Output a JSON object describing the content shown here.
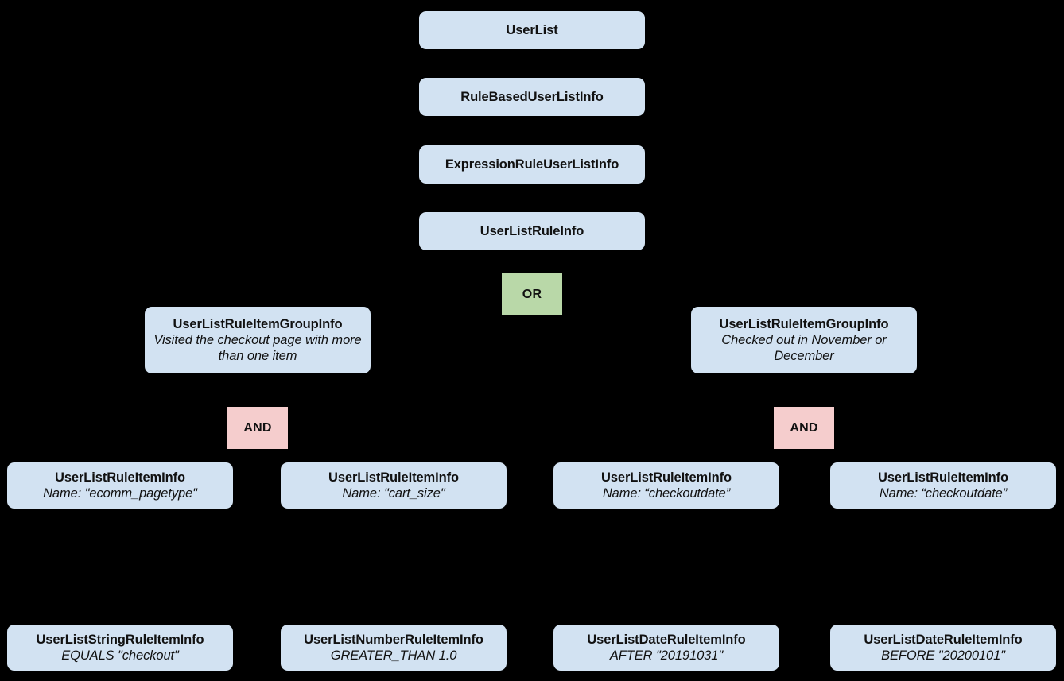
{
  "diagram": {
    "title": "UserList rule hierarchy",
    "background_color": "#000000",
    "class_node_color": "#d2e2f2",
    "or_node_color": "#b9d8a8",
    "and_node_color": "#f5cdcd",
    "text_color": "#111111"
  },
  "nodes": {
    "user_list": {
      "title": "UserList",
      "detail": ""
    },
    "rule_based_user_list_info": {
      "title": "RuleBasedUserListInfo",
      "detail": ""
    },
    "expression_rule_user_list_info": {
      "title": "ExpressionRuleUserListInfo",
      "detail": ""
    },
    "user_list_rule_info": {
      "title": "UserListRuleInfo",
      "detail": ""
    },
    "or_operator": {
      "label": "OR"
    },
    "group_left": {
      "title": "UserListRuleItemGroupInfo",
      "detail": "Visited the checkout page with more than one item"
    },
    "group_right": {
      "title": "UserListRuleItemGroupInfo",
      "detail": "Checked out in November or December"
    },
    "and_operator_left": {
      "label": "AND"
    },
    "and_operator_right": {
      "label": "AND"
    },
    "rule_item_1": {
      "title": "UserListRuleItemInfo",
      "detail": "Name: \"ecomm_pagetype\""
    },
    "rule_item_2": {
      "title": "UserListRuleItemInfo",
      "detail": "Name: \"cart_size\""
    },
    "rule_item_3": {
      "title": "UserListRuleItemInfo",
      "detail": "Name: “checkoutdate”"
    },
    "rule_item_4": {
      "title": "UserListRuleItemInfo",
      "detail": "Name: “checkoutdate”"
    },
    "typed_rule_item_1": {
      "title": "UserListStringRuleItemInfo",
      "detail": "EQUALS \"checkout\""
    },
    "typed_rule_item_2": {
      "title": "UserListNumberRuleItemInfo",
      "detail": "GREATER_THAN 1.0"
    },
    "typed_rule_item_3": {
      "title": "UserListDateRuleItemInfo",
      "detail": "AFTER \"20191031\""
    },
    "typed_rule_item_4": {
      "title": "UserListDateRuleItemInfo",
      "detail": "BEFORE \"20200101\""
    }
  }
}
